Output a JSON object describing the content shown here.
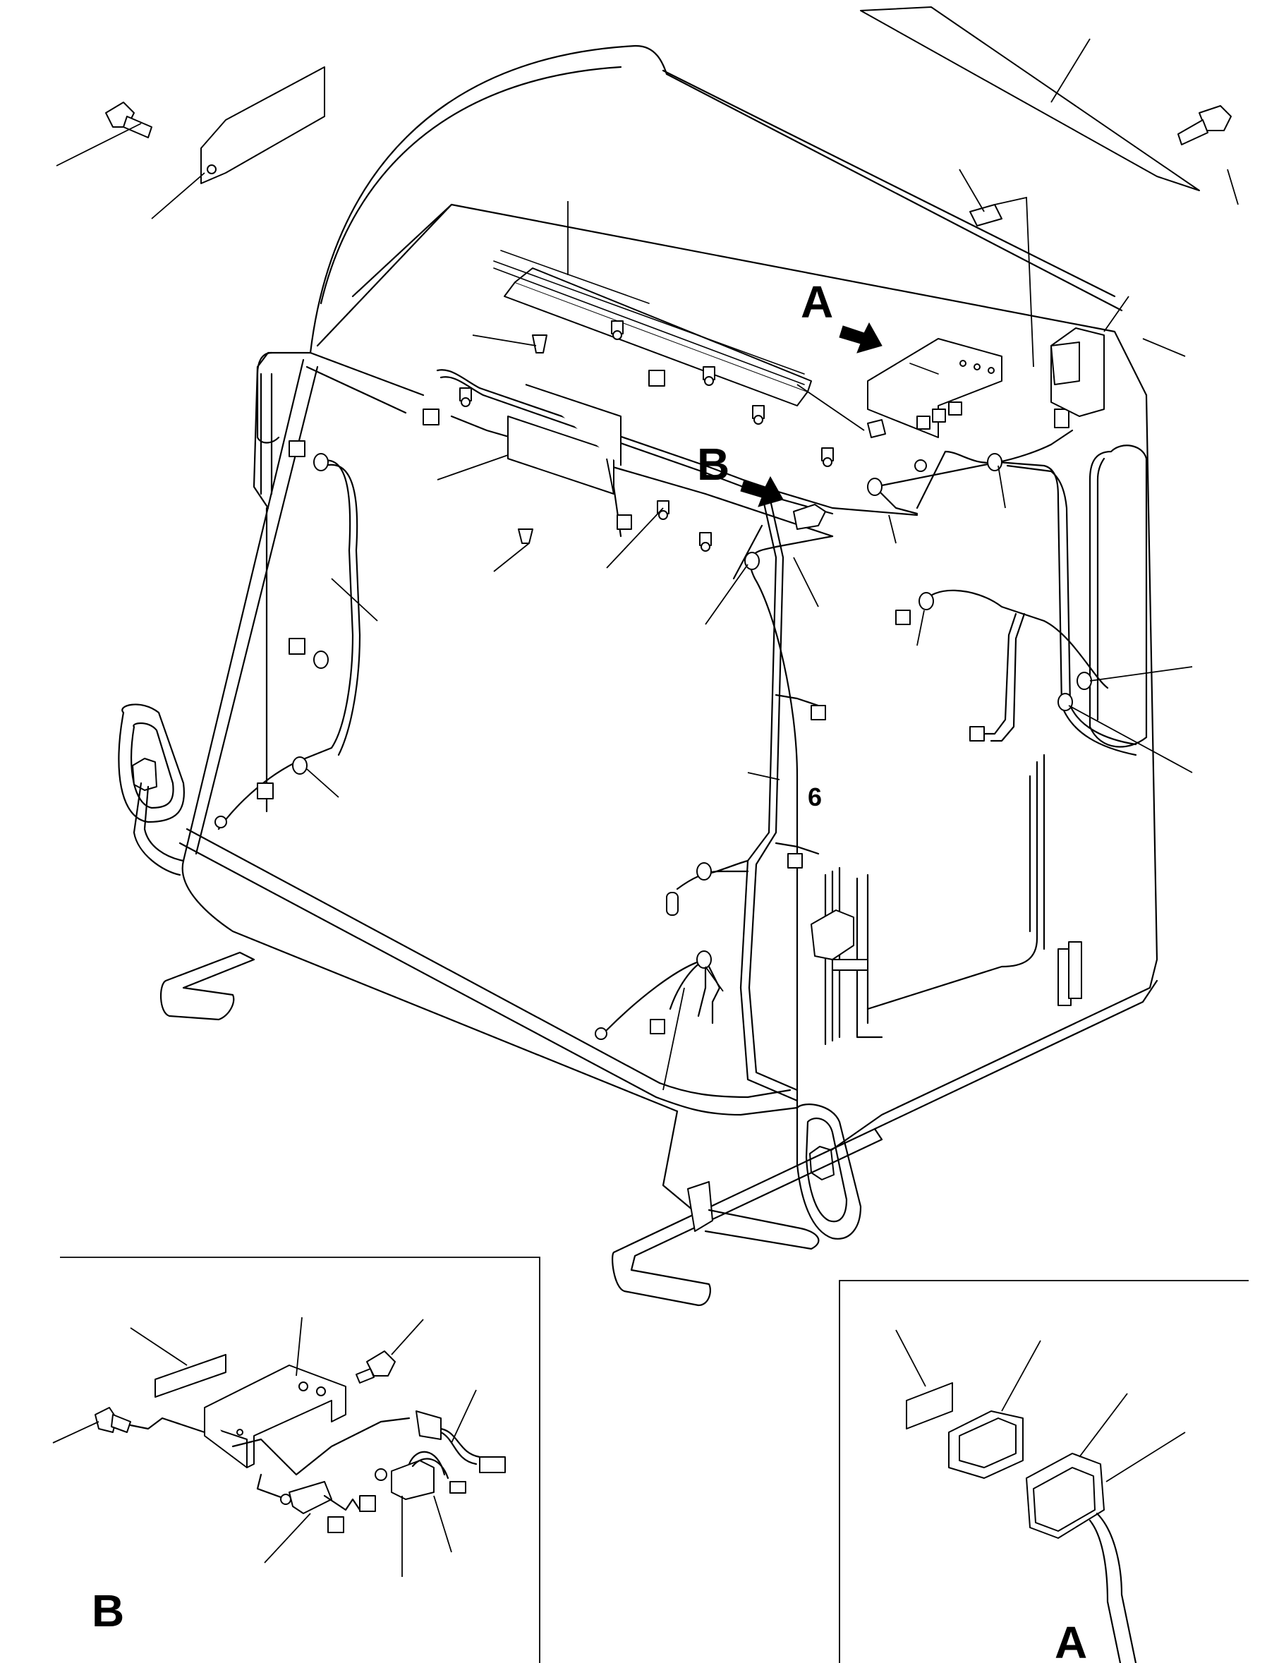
{
  "labels": {
    "view_a_arrow": "A",
    "view_b_arrow": "B",
    "part_6": "6",
    "detail_b_caption": "B",
    "detail_a_caption": "A"
  }
}
